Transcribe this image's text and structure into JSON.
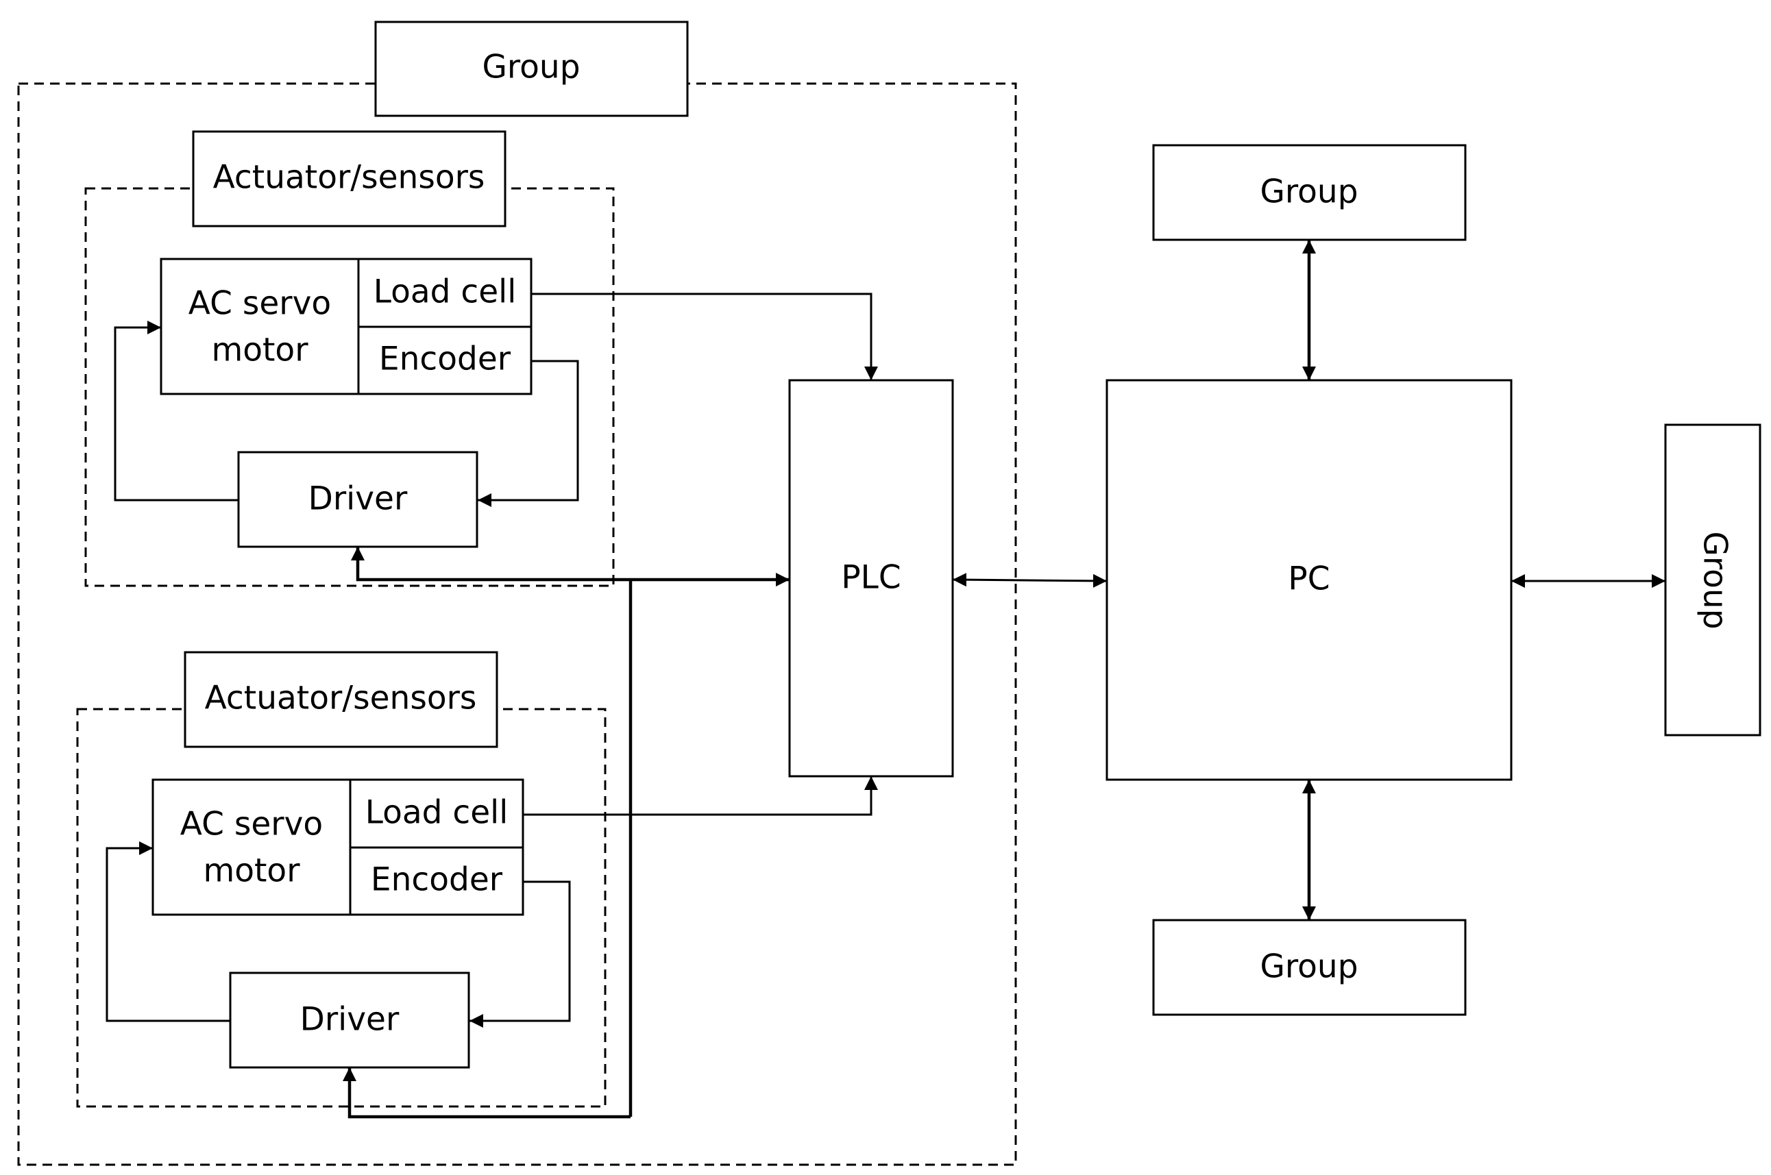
{
  "diagram": {
    "top_group": "Group",
    "subsystem_1": {
      "header": "Actuator/sensors",
      "motor_line1": "AC servo",
      "motor_line2": "motor",
      "load_cell": "Load cell",
      "encoder": "Encoder",
      "driver": "Driver"
    },
    "subsystem_2": {
      "header": "Actuator/sensors",
      "motor_line1": "AC servo",
      "motor_line2": "motor",
      "load_cell": "Load cell",
      "encoder": "Encoder",
      "driver": "Driver"
    },
    "plc": "PLC",
    "pc": "PC",
    "group_top": "Group",
    "group_bottom": "Group",
    "group_right": "Group"
  }
}
